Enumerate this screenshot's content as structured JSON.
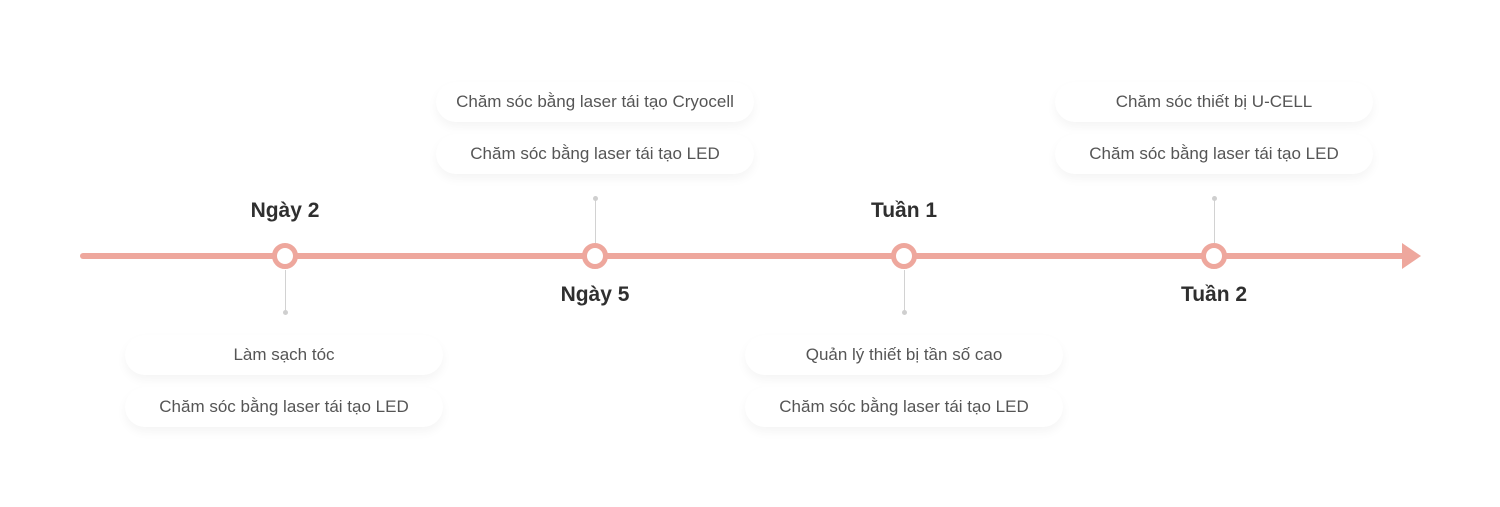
{
  "colors": {
    "axis": "#eea79d",
    "label": "#2f2f2f",
    "card_text": "#555555",
    "connector": "#d2d2d2"
  },
  "milestones": [
    {
      "label": "Ngày 2",
      "cards": [
        "Làm sạch tóc",
        "Chăm sóc bằng laser tái tạo LED"
      ]
    },
    {
      "label": "Ngày 5",
      "cards": [
        "Chăm sóc bằng laser tái tạo Cryocell",
        "Chăm sóc bằng laser tái tạo LED"
      ]
    },
    {
      "label": "Tuần 1",
      "cards": [
        "Quản lý thiết bị tần số cao",
        "Chăm sóc bằng laser tái tạo LED"
      ]
    },
    {
      "label": "Tuần 2",
      "cards": [
        "Chăm sóc thiết bị U-CELL",
        "Chăm sóc bằng laser tái tạo LED"
      ]
    }
  ]
}
